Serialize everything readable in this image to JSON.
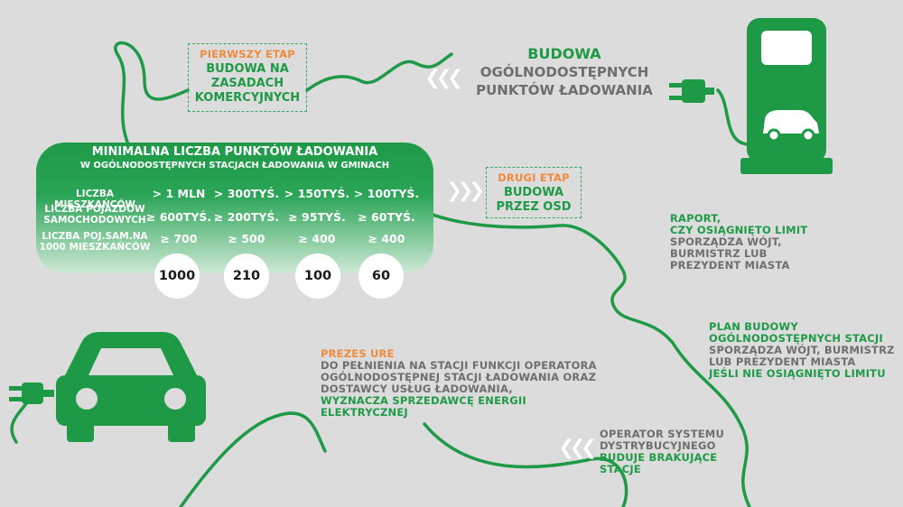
{
  "colors": {
    "green": "#1e9a47",
    "orange": "#f08a3c",
    "gray": "#6e6e6e",
    "background": "#dcdcdc"
  },
  "stage1": {
    "title": "PIERWSZY ETAP",
    "line1": "BUDOWA NA",
    "line2": "ZASADACH",
    "line3": "KOMERCYJNYCH"
  },
  "stage2": {
    "title": "DRUGI ETAP",
    "line1": "BUDOWA",
    "line2": "PRZEZ OSD"
  },
  "header": {
    "line1": "BUDOWA",
    "line2": "OGÓLNODOSTĘPNYCH",
    "line3": "PUNKTÓW ŁADOWANIA"
  },
  "table": {
    "title": "MINIMALNA LICZBA PUNKTÓW ŁADOWANIA",
    "subtitle": "W OGÓLNODOSTĘPNYCH STACJACH ŁADOWANIA W GMINACH",
    "row_labels": {
      "residents": "LICZBA MIESZKAŃCÓW",
      "vehicles_1": "LICZBA POJAZDÓW",
      "vehicles_2": "SAMOCHODOWYCH",
      "ratio_1": "LICZBA POJ.SAM.NA",
      "ratio_2": "1000 MIESZKAŃCÓW"
    },
    "residents": [
      "> 1 MLN",
      "> 300TYŚ.",
      "> 150TYŚ.",
      "> 100TYŚ."
    ],
    "vehicles": [
      "≥ 600TYŚ.",
      "≥ 200TYŚ.",
      "≥ 95TYŚ.",
      "≥ 60TYŚ."
    ],
    "ratio": [
      "≥ 700",
      "≥ 500",
      "≥ 400",
      "≥ 400"
    ],
    "points": [
      "1000",
      "210",
      "100",
      "60"
    ]
  },
  "report": {
    "line1": "RAPORT,",
    "line2": "CZY OSIĄGNIĘTO LIMIT",
    "line3": "SPORZĄDZA WÓJT,",
    "line4": "BURMISTRZ LUB",
    "line5": "PREZYDENT MIASTA"
  },
  "plan": {
    "line1": "PLAN BUDOWY",
    "line2": "OGÓLNODOSTĘPNYCH STACJI",
    "line3": "SPORZĄDZA WÓJT, BURMISTRZ",
    "line4": "LUB PREZYDENT MIASTA",
    "line5": "JEŚLI NIE OSIĄGNIĘTO LIMITU"
  },
  "ure": {
    "title": "PREZES URE",
    "line1": "DO PEŁNIENIA NA STACJI FUNKCJI OPERATORA",
    "line2": "OGÓLNODOSTĘPNEJ STACJI ŁADOWANIA ORAZ",
    "line3": "DOSTAWCY USŁUG ŁADOWANIA,",
    "line4": "WYZNACZA SPRZEDAWCĘ ENERGII",
    "line5": "ELEKTRYCZNEJ"
  },
  "osd": {
    "line1": "OPERATOR SYSTEMU",
    "line2": "DYSTRYBUCYJNEGO",
    "line3": "BUDUJE BRAKUJĄCE",
    "line4": "STACJE"
  },
  "icons": {
    "charger": "charging-station-icon",
    "car": "car-icon",
    "plug": "plug-icon",
    "chevrons": "triple-chevron-icon"
  }
}
